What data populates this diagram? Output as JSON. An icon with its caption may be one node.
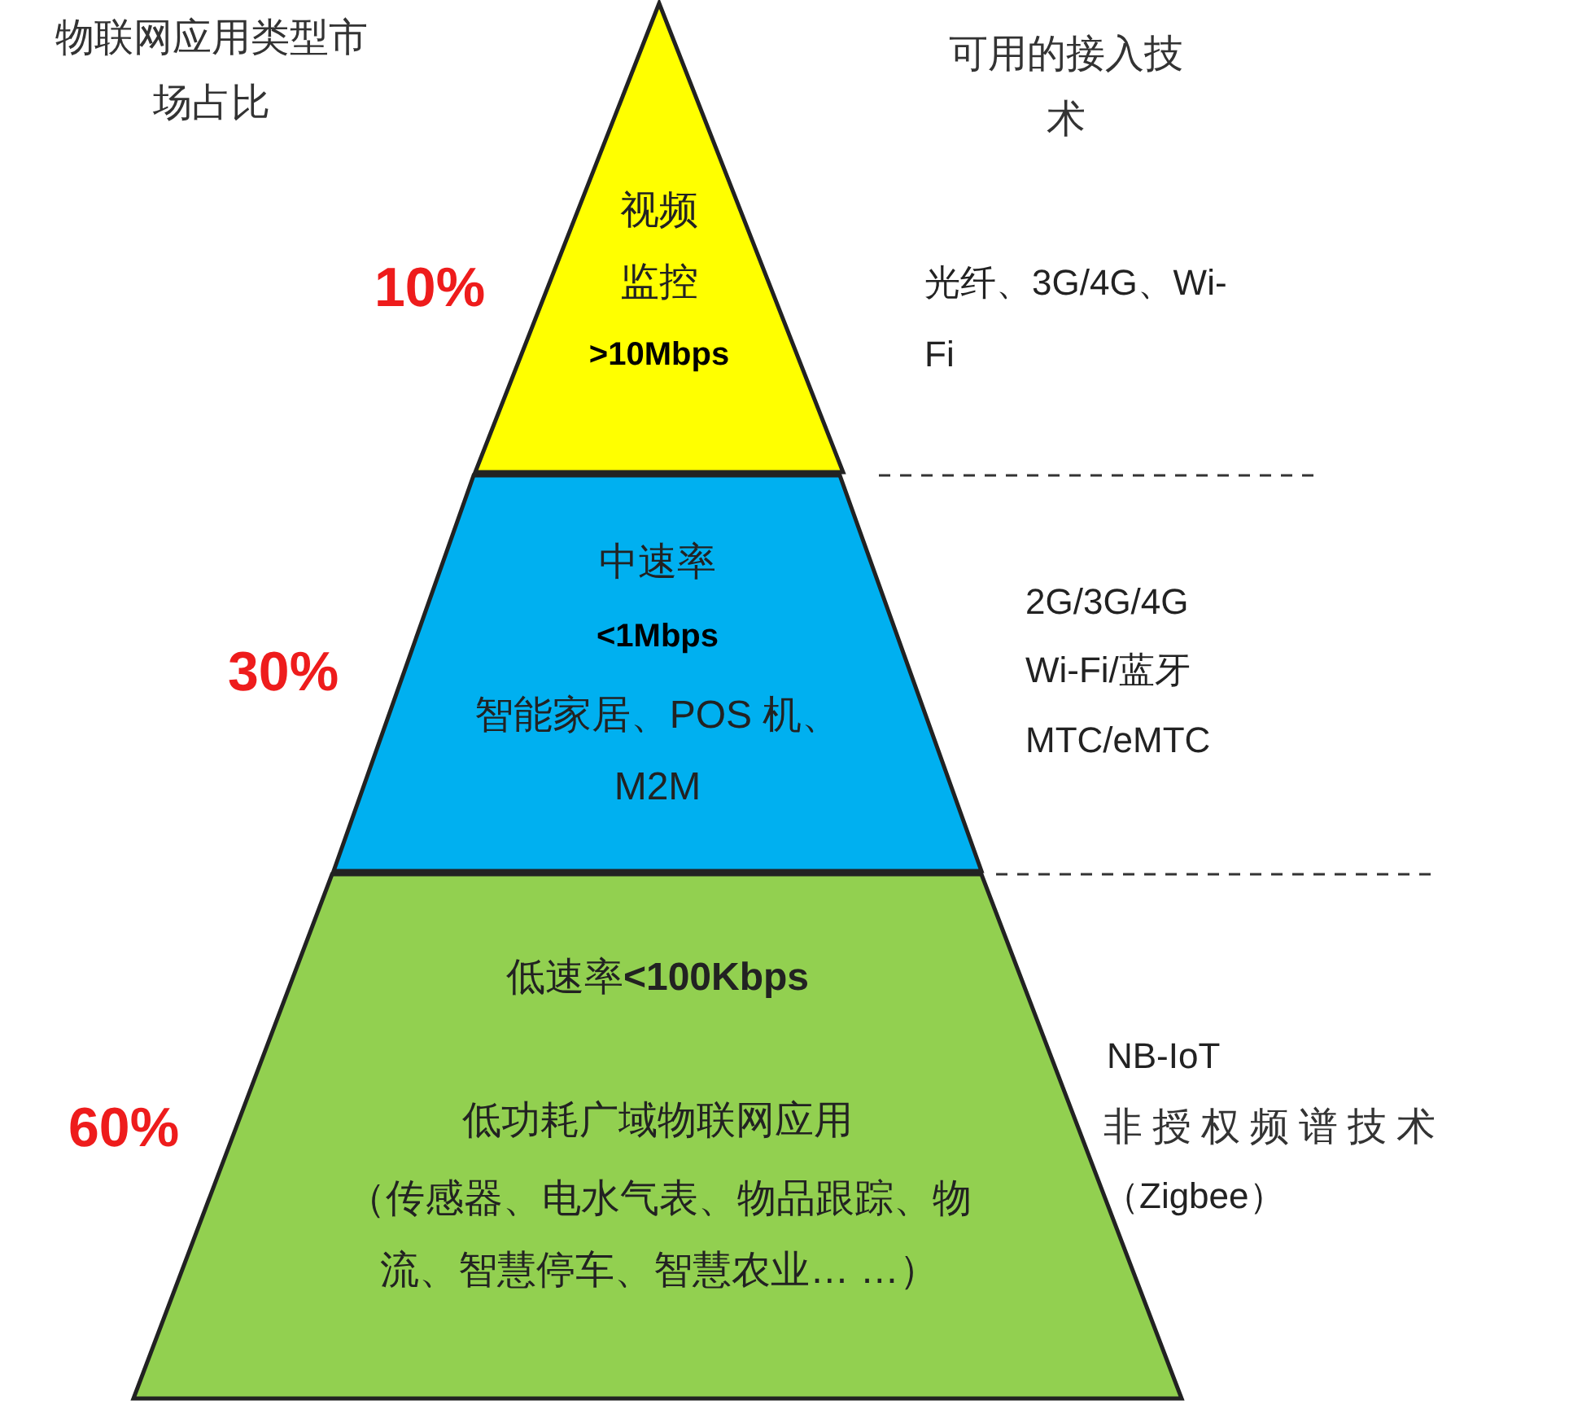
{
  "diagram": {
    "nodes": [
      {
        "text": [
          "视频监控",
          ">10Mbps"
        ]
      },
      {
        "text": [
          "中速率",
          "<1Mbps",
          "智能家居、POS 机、M2M"
        ]
      },
      {
        "text": [
          "低速率**<100Kbps**",
          "低功耗广域物联网应用",
          "（传感器、电水气表、物品跟踪、物流、智慧停车、智慧农业… …）"
        ]
      }
    ],
    "edges": [],
    "labels": [
      "物联网应用类型市场占比",
      "可用的接入技术",
      "10%",
      "光纤、3G/4G、Wi-Fi",
      "30%",
      "2G/3G/4G",
      "Wi-Fi/蓝牙",
      "MTC/eMTC",
      "60%",
      "NB-IoT",
      "非授权频谱技术",
      "（Zigbee）"
    ]
  }
}
